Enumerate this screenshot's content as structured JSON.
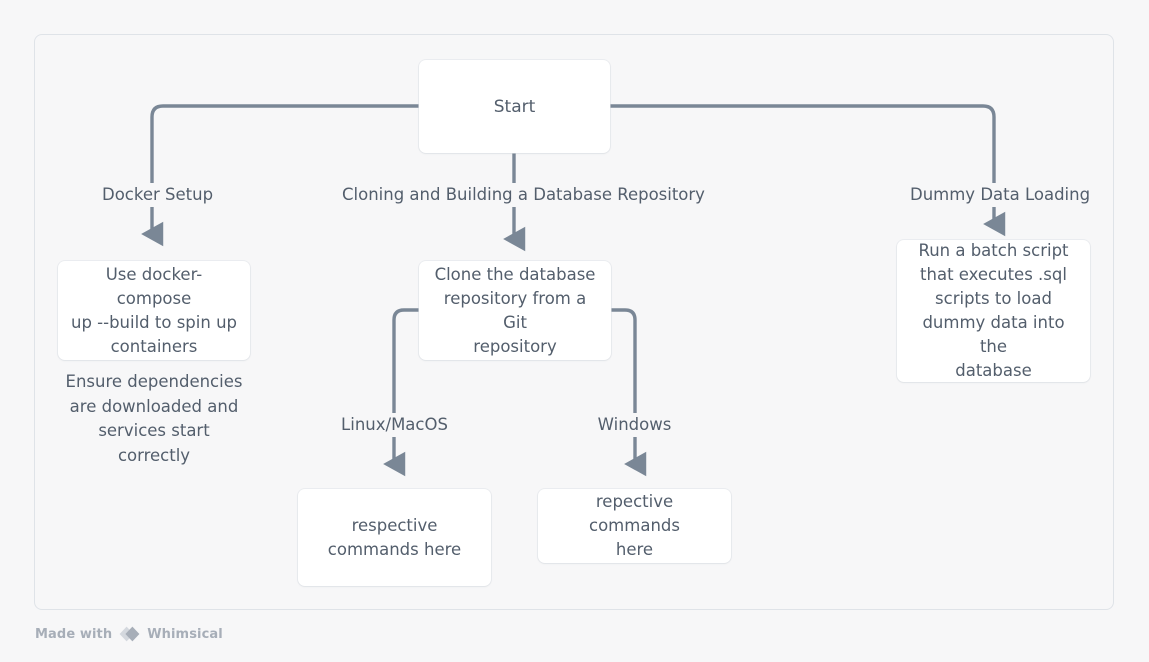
{
  "canvas": {
    "background_color": "#f7f7f8",
    "frame_border_color": "#dfe3e8",
    "node_fill_color": "#ffffff",
    "text_color": "#535e6c",
    "connector_color": "#7a8796"
  },
  "nodes": {
    "start": {
      "label": "Start"
    },
    "docker_step": {
      "label": "Use docker-compose\nup --build to spin up\ncontainers"
    },
    "clone_step": {
      "label": "Clone the database\nrepository from a Git\nrepository"
    },
    "dummy_step": {
      "label": "Run a  batch script\nthat executes .sql\nscripts to load\ndummy data into the\ndatabase"
    },
    "linux_commands": {
      "label": "respective\ncommands here"
    },
    "windows_commands": {
      "label": "repective commands\nhere"
    }
  },
  "notes": {
    "docker_note": {
      "label": "Ensure dependencies\nare downloaded and\nservices start\ncorrectly"
    }
  },
  "edge_labels": {
    "docker_setup": "Docker Setup",
    "cloning_building": "Cloning and Building a Database Repository",
    "dummy_data_loading": "Dummy Data Loading",
    "linux_macos": "Linux/MacOS",
    "windows": "Windows"
  },
  "footer": {
    "made_with": "Made with",
    "brand": "Whimsical"
  }
}
